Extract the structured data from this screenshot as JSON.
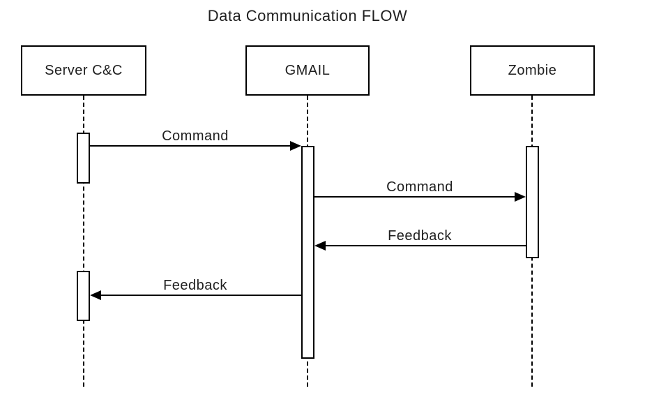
{
  "title": "Data Communication FLOW",
  "colors": {
    "background": "#ffffff",
    "stroke": "#000000",
    "text": "#202020"
  },
  "diagram": {
    "type": "uml-sequence",
    "actors": [
      {
        "id": "server-cc",
        "label": "Server C&C"
      },
      {
        "id": "gmail",
        "label": "GMAIL"
      },
      {
        "id": "zombie",
        "label": "Zombie"
      }
    ],
    "messages": [
      {
        "label": "Command",
        "from": "server-cc",
        "to": "gmail",
        "direction": "right"
      },
      {
        "label": "Command",
        "from": "gmail",
        "to": "zombie",
        "direction": "right"
      },
      {
        "label": "Feedback",
        "from": "zombie",
        "to": "gmail",
        "direction": "left"
      },
      {
        "label": "Feedback",
        "from": "gmail",
        "to": "server-cc",
        "direction": "left"
      }
    ],
    "activation_count": 4
  }
}
